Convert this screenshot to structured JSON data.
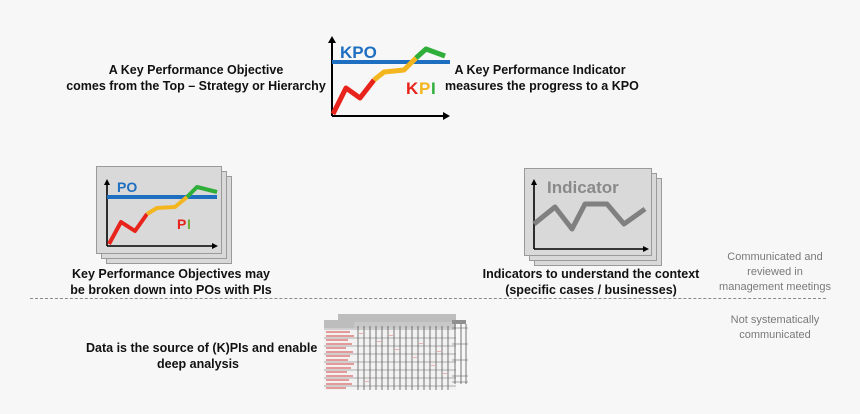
{
  "top": {
    "kpo_description": {
      "line1": "A Key Performance Objective",
      "line2": "comes from the Top – Strategy or Hierarchy"
    },
    "kpi_description": {
      "line1": "A Key Performance Indicator",
      "line2": "measures the progress to a KPO"
    },
    "chart": {
      "target_label": "KPO",
      "measure_letters": [
        "K",
        "P",
        "I"
      ],
      "measure_colors": [
        "#e8231b",
        "#f3b61f",
        "#2fae3a"
      ],
      "target_color": "#1f6fc1",
      "icon": "kpo-kpi-line-chart-icon"
    }
  },
  "middle_left": {
    "chart": {
      "target_label": "PO",
      "measure_letters": [
        "P",
        "I"
      ],
      "icon": "po-pi-line-chart-icon"
    },
    "caption": {
      "line1": "Key Performance Objectives may",
      "line2": "be broken down into POs with PIs"
    }
  },
  "middle_right": {
    "chart": {
      "label": "Indicator",
      "line_color": "#808080",
      "icon": "indicator-line-chart-icon"
    },
    "caption": {
      "line1": "Indicators to understand the context",
      "line2": "(specific cases / businesses)"
    }
  },
  "side_notes": {
    "upper": {
      "line1": "Communicated and",
      "line2": "reviewed in",
      "line3": "management meetings"
    },
    "lower": {
      "line1": "Not systematically",
      "line2": "communicated"
    }
  },
  "bottom": {
    "caption": {
      "line1": "Data is the source of (K)PIs and enable",
      "line2": "deep analysis"
    },
    "data_table_icon": "spreadsheet-data-table-icon"
  },
  "colors": {
    "background": "#f7f7f7",
    "red": "#e8231b",
    "orange": "#f3b61f",
    "green": "#2fae3a",
    "blue": "#1f6fc1",
    "grey_note": "#7a7a7a",
    "card_fill": "#d9d9d9"
  }
}
